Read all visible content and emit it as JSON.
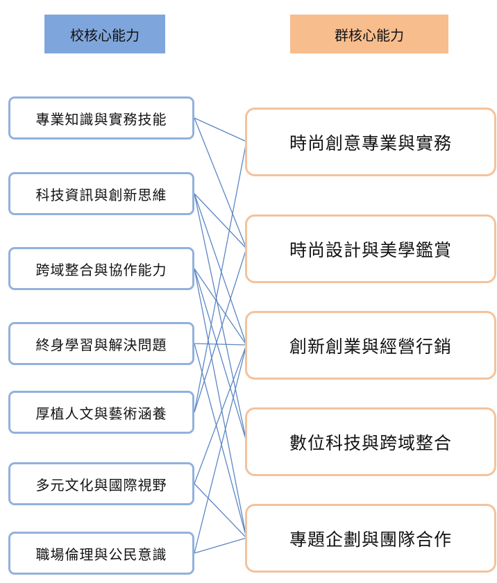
{
  "headers": {
    "left": "校核心能力",
    "right": "群核心能力"
  },
  "left_items": [
    "專業知識與實務技能",
    "科技資訊與創新思維",
    "跨域整合與協作能力",
    "終身學習與解決問題",
    "厚植人文與藝術涵養",
    "多元文化與國際視野",
    "職場倫理與公民意識"
  ],
  "right_items": [
    "時尚創意專業與實務",
    "時尚設計與美學鑑賞",
    "創新創業與經營行銷",
    "數位科技與跨域整合",
    "專題企劃與團隊合作"
  ],
  "links": [
    [
      0,
      0
    ],
    [
      0,
      1
    ],
    [
      1,
      1
    ],
    [
      1,
      2
    ],
    [
      1,
      3
    ],
    [
      2,
      2
    ],
    [
      2,
      3
    ],
    [
      2,
      4
    ],
    [
      3,
      2
    ],
    [
      3,
      4
    ],
    [
      4,
      0
    ],
    [
      4,
      1
    ],
    [
      5,
      2
    ],
    [
      5,
      4
    ],
    [
      6,
      2
    ],
    [
      6,
      4
    ]
  ],
  "colors": {
    "left_header": "#7fa6dc",
    "right_header": "#f7bd8d",
    "left_border": "#92b1dc",
    "right_border": "#f3c29b",
    "link": "#5b86c4"
  }
}
